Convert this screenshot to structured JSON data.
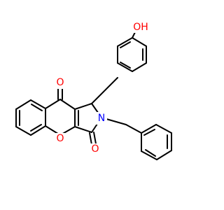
{
  "atoms": {
    "hydroxyl": {
      "text": "OH",
      "color": "#ff0000"
    },
    "ketone_oxygen": {
      "text": "O",
      "color": "#ff0000"
    },
    "pyran_oxygen": {
      "text": "O",
      "color": "#ff0000"
    },
    "lactam_oxygen": {
      "text": "O",
      "color": "#ff0000"
    },
    "nitrogen": {
      "text": "N",
      "color": "#0000ff"
    }
  }
}
